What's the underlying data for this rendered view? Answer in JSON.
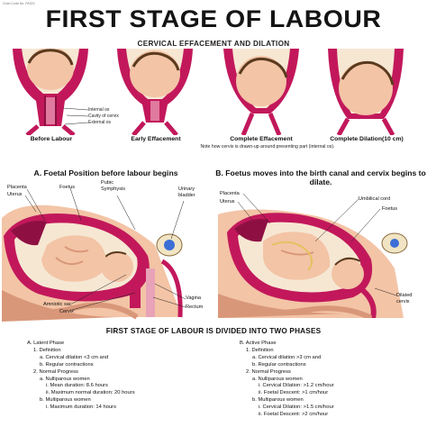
{
  "header": {
    "chart_code": "Chart Code No. PA222",
    "title": "FIRST STAGE OF LABOUR",
    "subtitle": "CERVICAL EFFACEMENT AND DILATION"
  },
  "cervix_stages": [
    {
      "label": "Before Labour"
    },
    {
      "label": "Early Effacement"
    },
    {
      "label": "Complete Effacement"
    },
    {
      "label": "Complete Dilation(10 cm)"
    }
  ],
  "cervix_parts": {
    "internal_os": "Internal os",
    "cavity": "Cavity of cervix",
    "external_os": "External os"
  },
  "note": "Note how cervix is drawn-up around presenting part (internal os).",
  "panel_a": {
    "title": "A. Foetal Position before labour begins",
    "labels": {
      "placenta": "Placenta",
      "uterus": "Uterus",
      "foetus": "Foetus",
      "pubic_symphysis": "Pubic Symphysis",
      "urinary_bladder": "Urinary bladder",
      "amniotic_sac": "Amniotic sac",
      "cervix": "Cervix",
      "vagina": "Vagina",
      "rectum": "Rectum"
    }
  },
  "panel_b": {
    "title": "B. Foetus moves into the birth canal and cervix begins to dilate.",
    "labels": {
      "placenta": "Placenta",
      "uterus": "Uterus",
      "umbilical_cord": "Umbilical cord",
      "foetus": "Foetus",
      "dilated_cervix": "Dilated cervix"
    }
  },
  "phases": {
    "title": "FIRST STAGE OF LABOUR IS DIVIDED INTO TWO PHASES",
    "latent": [
      {
        "level": 1,
        "text": "A. Latent Phase"
      },
      {
        "level": 2,
        "text": "1. Definition"
      },
      {
        "level": 3,
        "text": "a. Cervical dilation <3 cm and"
      },
      {
        "level": 3,
        "text": "b. Regular contractions"
      },
      {
        "level": 2,
        "text": "2. Normal Progress"
      },
      {
        "level": 3,
        "text": "a. Nulliparous women"
      },
      {
        "level": 4,
        "text": "i. Mean duration: 8.6 hours"
      },
      {
        "level": 4,
        "text": "ii. Maximum normal duration: 20 hours"
      },
      {
        "level": 3,
        "text": "b. Multiparous women"
      },
      {
        "level": 4,
        "text": "i. Maximum duration: 14 hours"
      }
    ],
    "active": [
      {
        "level": 1,
        "text": "B. Active Phase"
      },
      {
        "level": 2,
        "text": "1. Definition"
      },
      {
        "level": 3,
        "text": "a. Cervical dilation >3 cm and"
      },
      {
        "level": 3,
        "text": "b. Regular contractions"
      },
      {
        "level": 2,
        "text": "2. Normal Progress"
      },
      {
        "level": 3,
        "text": "a. Nulliparous women"
      },
      {
        "level": 4,
        "text": "i. Cervical Dilation: >1.2 cm/hour"
      },
      {
        "level": 4,
        "text": "ii. Foetal Descent: >1 cm/hour"
      },
      {
        "level": 3,
        "text": "b. Multiparous women"
      },
      {
        "level": 4,
        "text": "i. Cervical Dilation: >1.5 cm/hour"
      },
      {
        "level": 4,
        "text": "ii. Foetal Descent: >2 cm/hour"
      }
    ]
  },
  "colors": {
    "muscle": "#c2185b",
    "muscle_dark": "#8e1042",
    "skin": "#f3c4a6",
    "skin_shadow": "#d99779",
    "fluid": "#f6e7d3",
    "hair": "#5a3a1e",
    "ring": "#3b6fd6",
    "bone": "#f1e4c4"
  }
}
